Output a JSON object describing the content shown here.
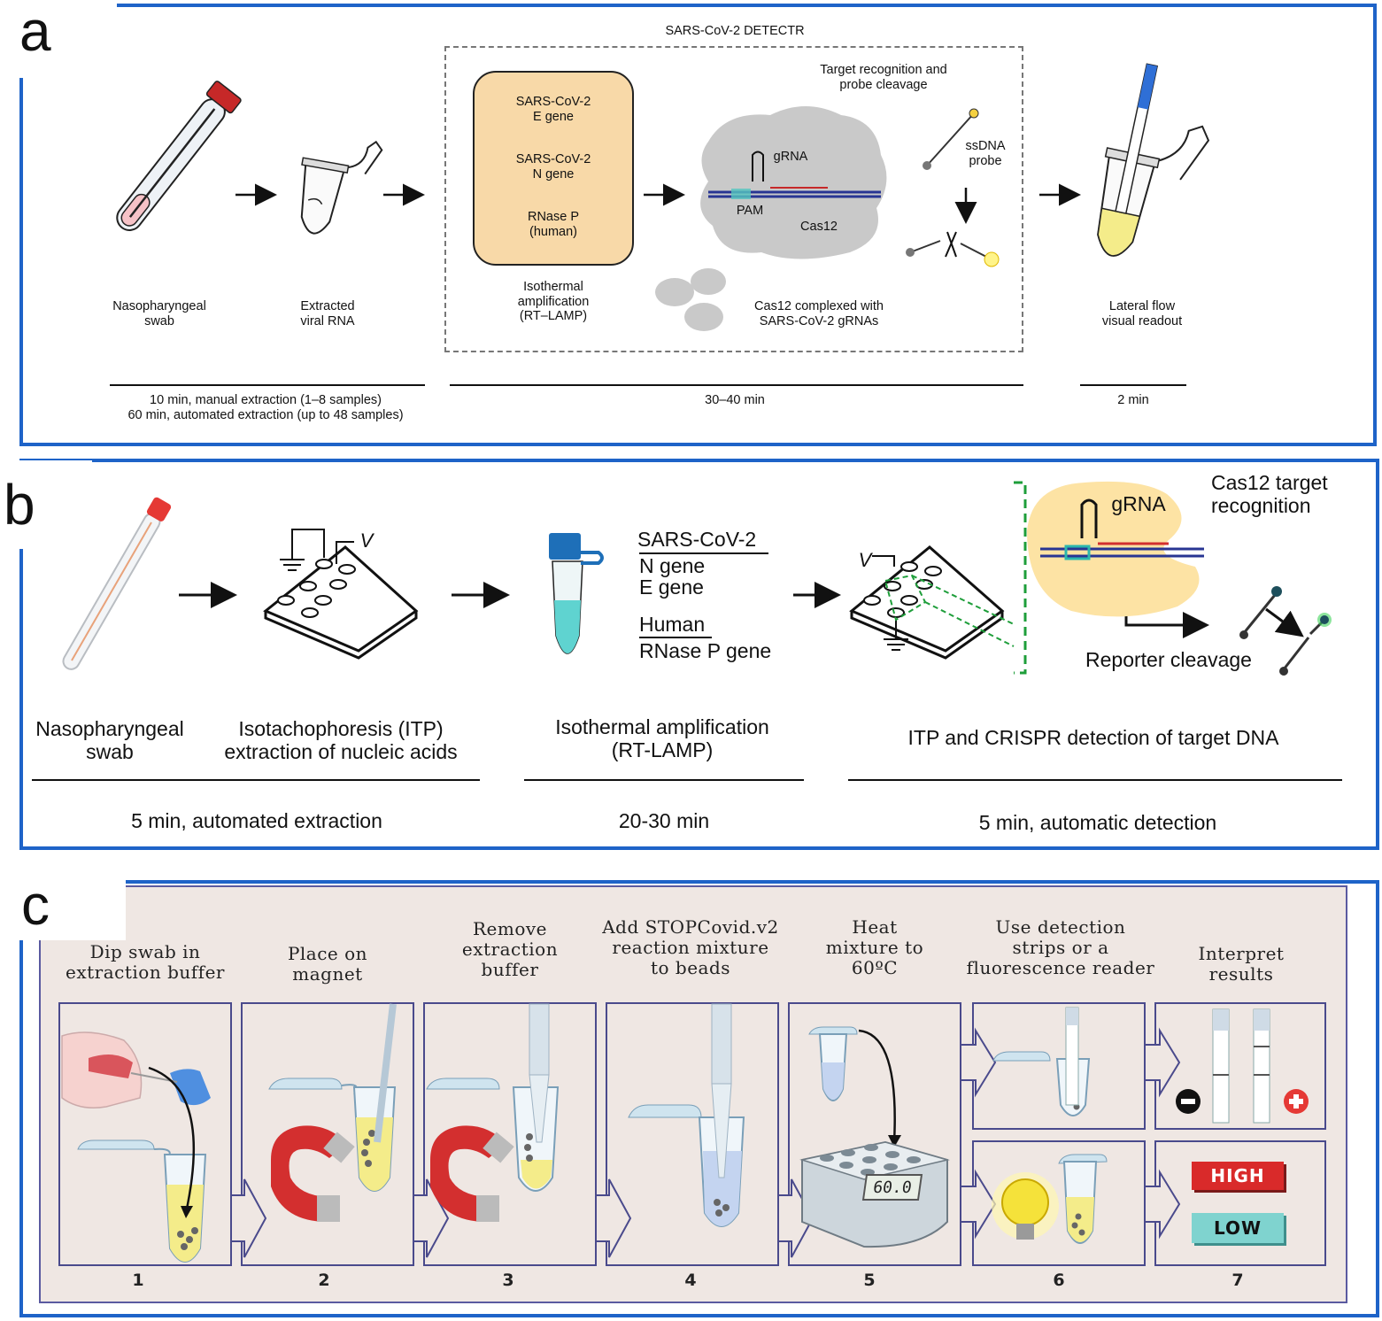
{
  "panels": {
    "a": {
      "letter": "a",
      "box_title": "SARS-CoV-2 DETECTR",
      "genes": [
        "SARS-CoV-2\nE gene",
        "SARS-CoV-2\nN gene",
        "RNase P\n(human)"
      ],
      "labels": {
        "swab": "Nasopharyngeal\nswab",
        "rna": "Extracted\nviral RNA",
        "amplification": "Isothermal\namplification\n(RT–LAMP)",
        "target": "Target recognition and\nprobe cleavage",
        "grna": "gRNA",
        "pam": "PAM",
        "cas12": "Cas12",
        "probe": "ssDNA\nprobe",
        "complexed": "Cas12 complexed with\nSARS-CoV-2 gRNAs",
        "readout": "Lateral flow\nvisual readout"
      },
      "timings": {
        "extraction": "10 min, manual extraction (1–8 samples)\n60 min, automated extraction (up to 48 samples)",
        "detectr": "30–40 min",
        "readout": "2 min"
      }
    },
    "b": {
      "letter": "b",
      "voltage": "V",
      "genes": {
        "viral_header": "SARS-CoV-2",
        "n_gene": "N gene",
        "e_gene": "E gene",
        "human_header": "Human",
        "rnase": "RNase P gene"
      },
      "labels": {
        "swab": "Nasopharyngeal\nswab",
        "itp": "Isotachophoresis (ITP)\nextraction of nucleic acids",
        "amplification": "Isothermal amplification\n(RT-LAMP)",
        "detection": "ITP and CRISPR detection of target DNA",
        "grna": "gRNA",
        "cas12": "Cas12 target\nrecognition",
        "reporter": "Reporter cleavage"
      },
      "timings": {
        "extraction": "5 min, automated extraction",
        "amplification": "20-30 min",
        "detection": "5 min, automatic detection"
      }
    },
    "c": {
      "letter": "c",
      "steps": [
        {
          "title": "Dip swab in\nextraction buffer",
          "num": "1"
        },
        {
          "title": "Place on\nmagnet",
          "num": "2"
        },
        {
          "title": "Remove\nextraction\nbuffer",
          "num": "3"
        },
        {
          "title": "Add STOPCovid.v2\nreaction mixture\nto beads",
          "num": "4"
        },
        {
          "title": "Heat\nmixture to\n60ºC",
          "num": "5"
        },
        {
          "title": "Use detection\nstrips or a\nfluorescence reader",
          "num": "6"
        },
        {
          "title": "Interpret\nresults",
          "num": "7"
        }
      ],
      "heater_display": "60.0",
      "results": {
        "high": "HIGH",
        "low": "LOW"
      }
    }
  },
  "colors": {
    "frame": "#1e63c8",
    "gene_box": "#f8d9a8",
    "cas12_gray": "#c9c9c9",
    "cas12_b_yellow": "#fde3a4",
    "reaction_cyan": "#5fd3d0",
    "tube_yellow": "#f4ec8a",
    "panel_c_bg": "#efe7e3",
    "dashed_green": "#1e9e3a",
    "high_red": "#d92a2a",
    "low_teal": "#7fd3cf"
  }
}
